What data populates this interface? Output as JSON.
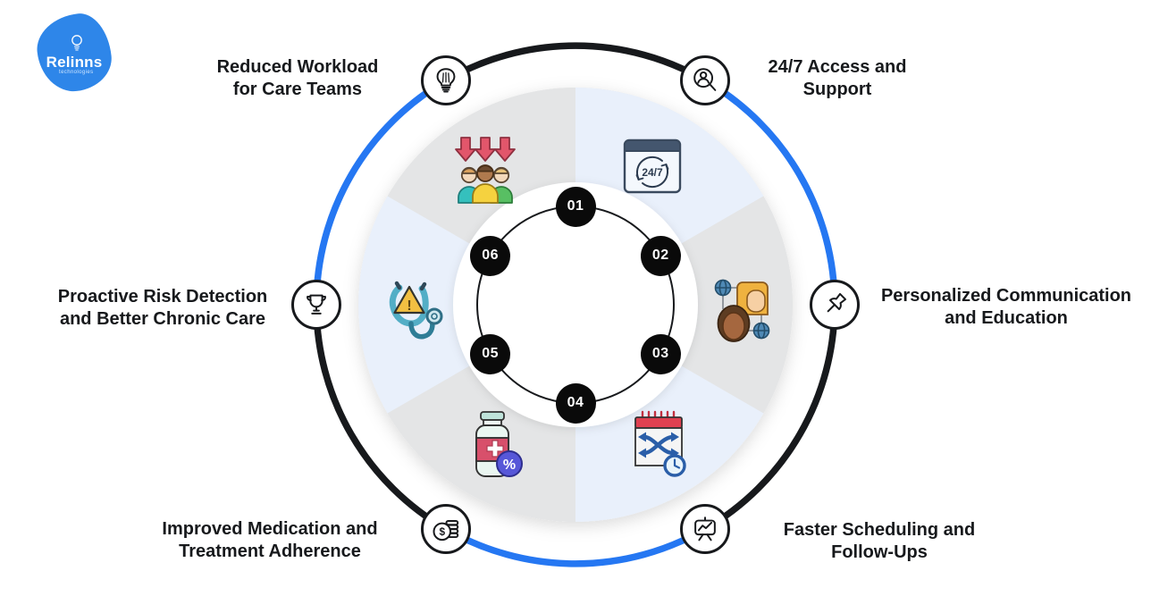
{
  "logo": {
    "name": "Relinns",
    "subtitle": "technologies",
    "color": "#2e86e9"
  },
  "colors": {
    "ring_black": "#17191c",
    "ring_blue": "#2577f2",
    "segment_gray": "#e4e5e6",
    "segment_blue": "#e9f0fb",
    "badge_bg": "#0a0a0a",
    "badge_text": "#ffffff",
    "text": "#17191c"
  },
  "benefits": [
    {
      "lines": [
        "Reduced Workload",
        "for Care Teams"
      ],
      "node_icon": "lightbulb-icon",
      "segment_icon": "workforce-arrows-down-icon"
    },
    {
      "lines": [
        "24/7 Access and",
        "Support"
      ],
      "node_icon": "person-search-icon",
      "segment_icon": "24-7-browser-icon"
    },
    {
      "lines": [
        "Personalized Communication",
        "and Education"
      ],
      "node_icon": "pushpin-icon",
      "segment_icon": "people-network-icon"
    },
    {
      "lines": [
        "Faster Scheduling and",
        "Follow-Ups"
      ],
      "node_icon": "chart-easel-icon",
      "segment_icon": "calendar-shuffle-clock-icon"
    },
    {
      "lines": [
        "Improved Medication and",
        "Treatment Adherence"
      ],
      "node_icon": "dollar-coins-icon",
      "segment_icon": "medicine-bottle-percent-icon"
    },
    {
      "lines": [
        "Proactive Risk Detection",
        "and Better Chronic Care"
      ],
      "node_icon": "trophy-icon",
      "segment_icon": "stethoscope-warning-icon"
    }
  ],
  "badges": [
    "01",
    "02",
    "03",
    "04",
    "05",
    "06"
  ],
  "icon_text": {
    "time": "24/7",
    "percent": "%",
    "alert": "!",
    "dollar": "$"
  }
}
